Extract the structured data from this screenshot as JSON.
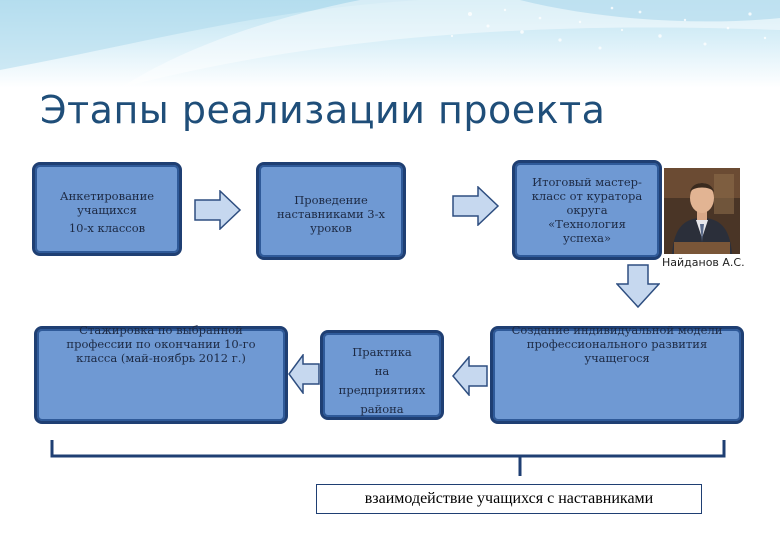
{
  "title": "Этапы реализации проекта",
  "stages": [
    {
      "lines": [
        "Анкетирование",
        "учащихся",
        "10-х классов"
      ]
    },
    {
      "lines": [
        "Проведение",
        "наставниками 3-х",
        "уроков"
      ]
    },
    {
      "lines": [
        "Итоговый мастер-",
        "класс от куратора",
        "округа",
        "«Технология",
        "успеха»"
      ]
    },
    {
      "lines": [
        "Создание индивидуальной модели",
        "профессионального развития",
        "учащегося"
      ]
    },
    {
      "lines": [
        "Практика",
        "на",
        "предприятиях",
        "района"
      ]
    },
    {
      "lines": [
        "Стажировка по выбранной",
        "профессии по окончании 10-го",
        "класса (май-ноябрь 2012 г.)"
      ]
    }
  ],
  "photo": {
    "caption": "Найданов А.С."
  },
  "summary": "взаимодействие учащихся с наставниками",
  "colors": {
    "title": "#1f4e79",
    "box_border": "#1f3f73",
    "box_fill_blue": "#6f99d3",
    "arrow_fill": "#c6d8ef",
    "arrow_stroke": "#2e4e80"
  }
}
